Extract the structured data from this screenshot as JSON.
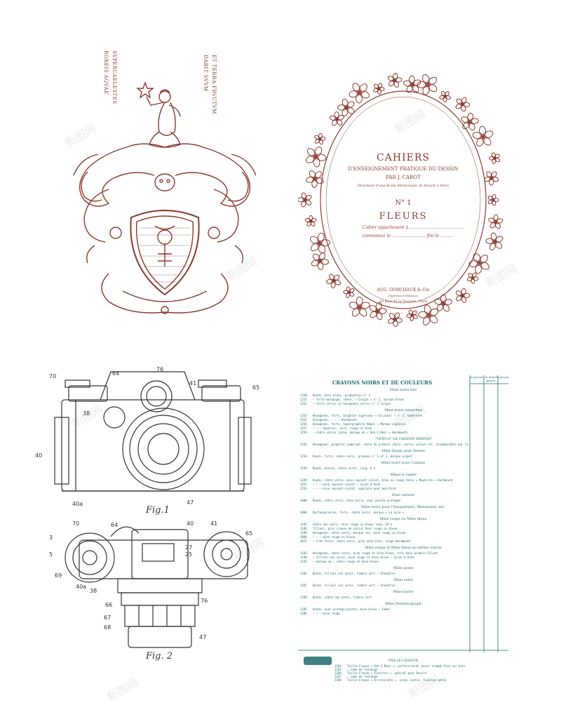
{
  "watermark": "新图网",
  "colors": {
    "sepia": "#8b3a2d",
    "teal": "#1d6b6a",
    "ink": "#333333"
  },
  "crest": {
    "motto_left_1": "SVPERCAELESTES",
    "motto_left_2": "ROREIS AQVAE",
    "motto_right_1": "ET TERRA FRVCTVM",
    "motto_right_2": "DABIT SVVM"
  },
  "cahiers": {
    "title": "CAHIERS",
    "subtitle": "D'ENSEIGNEMENT PRATIQUE DU DESSIN",
    "author": "PAR J. CAROT",
    "director": "Directeur d'une Ecole Municipale de Dessin à Paris",
    "number": "N° 1",
    "topic": "FLEURS",
    "owner_line": "Cahier appartenant à",
    "commence_line": "commencé le",
    "fini_line": "fini le",
    "publisher": "AUG. GODCHAUX & Cie",
    "publisher_sub": "Imprimeurs-Editeurs",
    "address": "10 Rue de la Douane, Paris"
  },
  "camera": {
    "fig1": "Fig.1",
    "fig2": "Fig. 2",
    "refs": [
      "70",
      "64",
      "76",
      "41",
      "65",
      "38",
      "40",
      "40a",
      "47",
      "70",
      "64",
      "40",
      "41",
      "3",
      "5",
      "27",
      "25",
      "65",
      "69",
      "40a",
      "38",
      "66",
      "76",
      "67",
      "68",
      "47"
    ]
  },
  "catalog": {
    "title": "CRAYONS NOIRS ET DE COULEURS",
    "col_heads": [
      "la grosse",
      "la demi-grosse",
      "la grosse"
    ],
    "sections": [
      {
        "label": "Mine noire fins",
        "rows": [
          [
            "1250",
            "Ronds, bois blanc, graduation n° 2"
          ],
          [
            "1251",
            "— forte marquage, cèdre, « Corgie » n° 2, marque bleue"
          ],
          [
            "1253",
            "— forts vernis en hexagones vernis n° 2 Corgie"
          ]
        ]
      },
      {
        "label": "Mine noire extra-fine",
        "rows": [
          [
            "1254",
            "Hexagones, forts, Graphite supérieur « Elcinoir » n° 2, numérotés"
          ],
          [
            "1255",
            "Octogones, — — — Hardmouth"
          ],
          [
            "1256",
            "Hexagones, forts, Supergraphite Népal — Marque anglaise"
          ],
          [
            "1257",
            "— — — Superior, vert, rouge et bleu"
          ],
          [
            "1258",
            "— cèdre vernis jaune, marque de « Koh-I-Noor » Hardmouth"
          ]
        ]
      },
      {
        "label": "\"VÉNUS\" LE CRAYON PARFAIT",
        "rows": [
          [
            "1256",
            "Hexagones, graphite comprimé, cèdre de premier choix, vernis velout rot. Incomparable par la régularité de graduation, la douceur et la durabilité de sa mine"
          ]
        ]
      },
      {
        "label": "Mine fusain pour Dessin",
        "rows": [
          [
            "1258",
            "Ronds, forts, cèdre verni, graduée n° 1 et 2, marque argent"
          ]
        ]
      },
      {
        "label": "Mine noire pour Compas",
        "rows": [
          [
            "1258",
            "Ronds, minces, cèdre verni, long. 6 %"
          ]
        ]
      },
      {
        "label": "Mines à copier",
        "rows": [
          [
            "1249",
            "Ronds, cèdre verni, mine copiant violet, bleu ou rouge choix « Mephisto » Hardmouth"
          ],
          [
            "1252",
            "— — — mine copiant violet — Caran d'Ache"
          ],
          [
            "1254",
            "— — — mine copiant violet, spéciale pour manifold"
          ]
        ]
      },
      {
        "label": "Pour carnets",
        "rows": [
          [
            "3000",
            "Ronds, cèdre verni, mine noire, avec pointe protégée"
          ]
        ]
      },
      {
        "label": "Mine noire pour Charpentiers, Menuisiers, etc.",
        "rows": [
          [
            "3006",
            "Rectangulaires, forts, cèdre verni, marque « La Lyre »"
          ]
        ]
      },
      {
        "label": "Mine rouge ou Mine bleue",
        "rows": [
          [
            "1185",
            "Cèdre non verni, mine rouge ou bleue long. 19 %"
          ],
          [
            "1186",
            "Tilleul, gros crayon de calcul Pour rouge ou bleue"
          ],
          [
            "1189",
            "Hexagones, cèdre verni, marque rec, mine rouge ou bleue"
          ],
          [
            "3004",
            "— — — mine rouge ou bleue"
          ],
          [
            "3073",
            "— très forts, cèdre verni, gros mine bleu, rouge Hardmouth"
          ]
        ]
      },
      {
        "label": "Mine rouge et Mine bleue au même crayon",
        "rows": [
          [
            "1183",
            "Hexagones, cèdre verni, mine rouge et mine bleue, très beau produit Gilvet"
          ],
          [
            "1190",
            "— tilleul non verni, mine rouge et mine bleue — Caran d'Ache"
          ],
          [
            "1191",
            "— marque sp., cèdre rouge et mine bleue"
          ]
        ]
      },
      {
        "label": "Mine jaune",
        "rows": [
          [
            "1282",
            "Ronds, tilleul non verni, timbre vert — Staedtler"
          ]
        ]
      },
      {
        "label": "Mine verte",
        "rows": [
          [
            "1287",
            "Ronds, tilleul non verni, timbre vert — Staedtler"
          ]
        ]
      },
      {
        "label": "Mine bistre",
        "rows": [
          [
            "1288",
            "Ronds, cèdre non verni, timbre vert"
          ]
        ]
      },
      {
        "label": "Mine Dermatograph",
        "rows": [
          [
            "1285",
            "Ronds, avec protège-pointe, mine bleue — Faber"
          ],
          [
            "1286",
            "— — — mine rouge"
          ]
        ]
      },
      {
        "label": "TAILLE-CRAYON",
        "rows": [
          [
            "2264",
            "Taille-Crayon « Koh-I-Noor », perfectionné, acier trempé fixé sur bois"
          ],
          [
            "2265",
            "— Lame de rechange"
          ],
          [
            "2266",
            "Taille-Crayon « Électron », spécial pour Dessin"
          ],
          [
            "2267",
            "— Lame de rechange"
          ],
          [
            "2268",
            "Taille-Crayon « Aristocrate », corps laiton, fixation métal"
          ]
        ]
      }
    ]
  }
}
